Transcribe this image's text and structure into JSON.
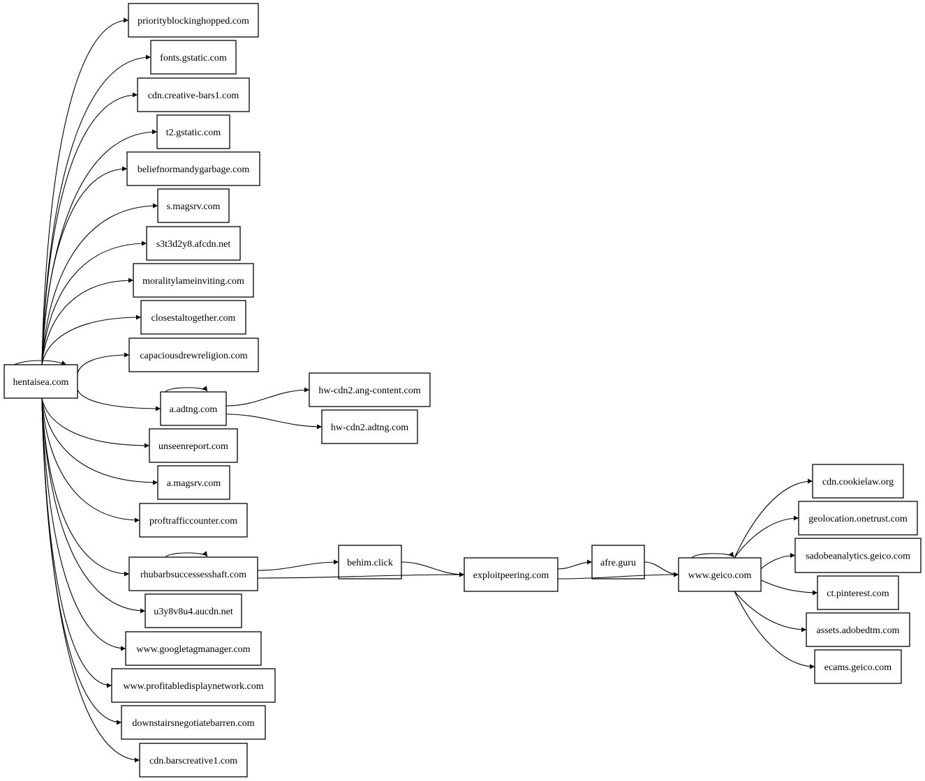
{
  "graph": {
    "nodes": [
      {
        "id": "hentaisea",
        "label": "hentaisea.com"
      },
      {
        "id": "priorityblockinghopped",
        "label": "priorityblockinghopped.com"
      },
      {
        "id": "fontsgstatic",
        "label": "fonts.gstatic.com"
      },
      {
        "id": "cdncreativebars1",
        "label": "cdn.creative-bars1.com"
      },
      {
        "id": "t2gstatic",
        "label": "t2.gstatic.com"
      },
      {
        "id": "beliefnormandygarbage",
        "label": "beliefnormandygarbage.com"
      },
      {
        "id": "smagsrv",
        "label": "s.magsrv.com"
      },
      {
        "id": "s3t3d2y8afcdn",
        "label": "s3t3d2y8.afcdn.net"
      },
      {
        "id": "moralitylameinviting",
        "label": "moralitylameinviting.com"
      },
      {
        "id": "closestaltogether",
        "label": "closestaltogether.com"
      },
      {
        "id": "capaciousdrewreligion",
        "label": "capaciousdrewreligion.com"
      },
      {
        "id": "aadtng",
        "label": "a.adtng.com"
      },
      {
        "id": "hwcdn2angcontent",
        "label": "hw-cdn2.ang-content.com"
      },
      {
        "id": "hwcdn2adtng",
        "label": "hw-cdn2.adtng.com"
      },
      {
        "id": "unseenreport",
        "label": "unseenreport.com"
      },
      {
        "id": "amagsrv",
        "label": "a.magsrv.com"
      },
      {
        "id": "proftrafficcounter",
        "label": "proftrafficcounter.com"
      },
      {
        "id": "rhubarbsuccessesshaft",
        "label": "rhubarbsuccessesshaft.com"
      },
      {
        "id": "behimclick",
        "label": "behim.click"
      },
      {
        "id": "exploitpeering",
        "label": "exploitpeering.com"
      },
      {
        "id": "afreguru",
        "label": "afre.guru"
      },
      {
        "id": "wwwgeico",
        "label": "www.geico.com"
      },
      {
        "id": "cdncookielaw",
        "label": "cdn.cookielaw.org"
      },
      {
        "id": "geolocationonetrust",
        "label": "geolocation.onetrust.com"
      },
      {
        "id": "sadobeanalyticsgeico",
        "label": "sadobeanalytics.geico.com"
      },
      {
        "id": "ctpinterest",
        "label": "ct.pinterest.com"
      },
      {
        "id": "assetsadobedtm",
        "label": "assets.adobedtm.com"
      },
      {
        "id": "ecamsgeico",
        "label": "ecams.geico.com"
      },
      {
        "id": "u3y8v8u4aucdn",
        "label": "u3y8v8u4.aucdn.net"
      },
      {
        "id": "wwwgoogletagmanager",
        "label": "www.googletagmanager.com"
      },
      {
        "id": "wwwprofitabledisplaynetwork",
        "label": "www.profitabledisplaynetwork.com"
      },
      {
        "id": "downstairsnegotiatebarren",
        "label": "downstairsnegotiatebarren.com"
      },
      {
        "id": "cdnbarscreative1",
        "label": "cdn.barscreative1.com"
      }
    ],
    "edges": [
      {
        "from": "hentaisea",
        "to": "hentaisea"
      },
      {
        "from": "hentaisea",
        "to": "priorityblockinghopped"
      },
      {
        "from": "hentaisea",
        "to": "fontsgstatic"
      },
      {
        "from": "hentaisea",
        "to": "cdncreativebars1"
      },
      {
        "from": "hentaisea",
        "to": "t2gstatic"
      },
      {
        "from": "hentaisea",
        "to": "beliefnormandygarbage"
      },
      {
        "from": "hentaisea",
        "to": "smagsrv"
      },
      {
        "from": "hentaisea",
        "to": "s3t3d2y8afcdn"
      },
      {
        "from": "hentaisea",
        "to": "moralitylameinviting"
      },
      {
        "from": "hentaisea",
        "to": "closestaltogether"
      },
      {
        "from": "hentaisea",
        "to": "capaciousdrewreligion"
      },
      {
        "from": "hentaisea",
        "to": "aadtng"
      },
      {
        "from": "hentaisea",
        "to": "unseenreport"
      },
      {
        "from": "hentaisea",
        "to": "amagsrv"
      },
      {
        "from": "hentaisea",
        "to": "proftrafficcounter"
      },
      {
        "from": "hentaisea",
        "to": "rhubarbsuccessesshaft"
      },
      {
        "from": "hentaisea",
        "to": "u3y8v8u4aucdn"
      },
      {
        "from": "hentaisea",
        "to": "wwwgoogletagmanager"
      },
      {
        "from": "hentaisea",
        "to": "wwwprofitabledisplaynetwork"
      },
      {
        "from": "hentaisea",
        "to": "downstairsnegotiatebarren"
      },
      {
        "from": "hentaisea",
        "to": "cdnbarscreative1"
      },
      {
        "from": "aadtng",
        "to": "aadtng"
      },
      {
        "from": "aadtng",
        "to": "hwcdn2angcontent"
      },
      {
        "from": "aadtng",
        "to": "hwcdn2adtng"
      },
      {
        "from": "rhubarbsuccessesshaft",
        "to": "rhubarbsuccessesshaft"
      },
      {
        "from": "rhubarbsuccessesshaft",
        "to": "behimclick"
      },
      {
        "from": "rhubarbsuccessesshaft",
        "to": "exploitpeering"
      },
      {
        "from": "behimclick",
        "to": "exploitpeering"
      },
      {
        "from": "exploitpeering",
        "to": "afreguru"
      },
      {
        "from": "exploitpeering",
        "to": "wwwgeico"
      },
      {
        "from": "afreguru",
        "to": "wwwgeico"
      },
      {
        "from": "wwwgeico",
        "to": "wwwgeico"
      },
      {
        "from": "wwwgeico",
        "to": "cdncookielaw"
      },
      {
        "from": "wwwgeico",
        "to": "geolocationonetrust"
      },
      {
        "from": "wwwgeico",
        "to": "sadobeanalyticsgeico"
      },
      {
        "from": "wwwgeico",
        "to": "ctpinterest"
      },
      {
        "from": "wwwgeico",
        "to": "assetsadobedtm"
      },
      {
        "from": "wwwgeico",
        "to": "ecamsgeico"
      }
    ]
  }
}
